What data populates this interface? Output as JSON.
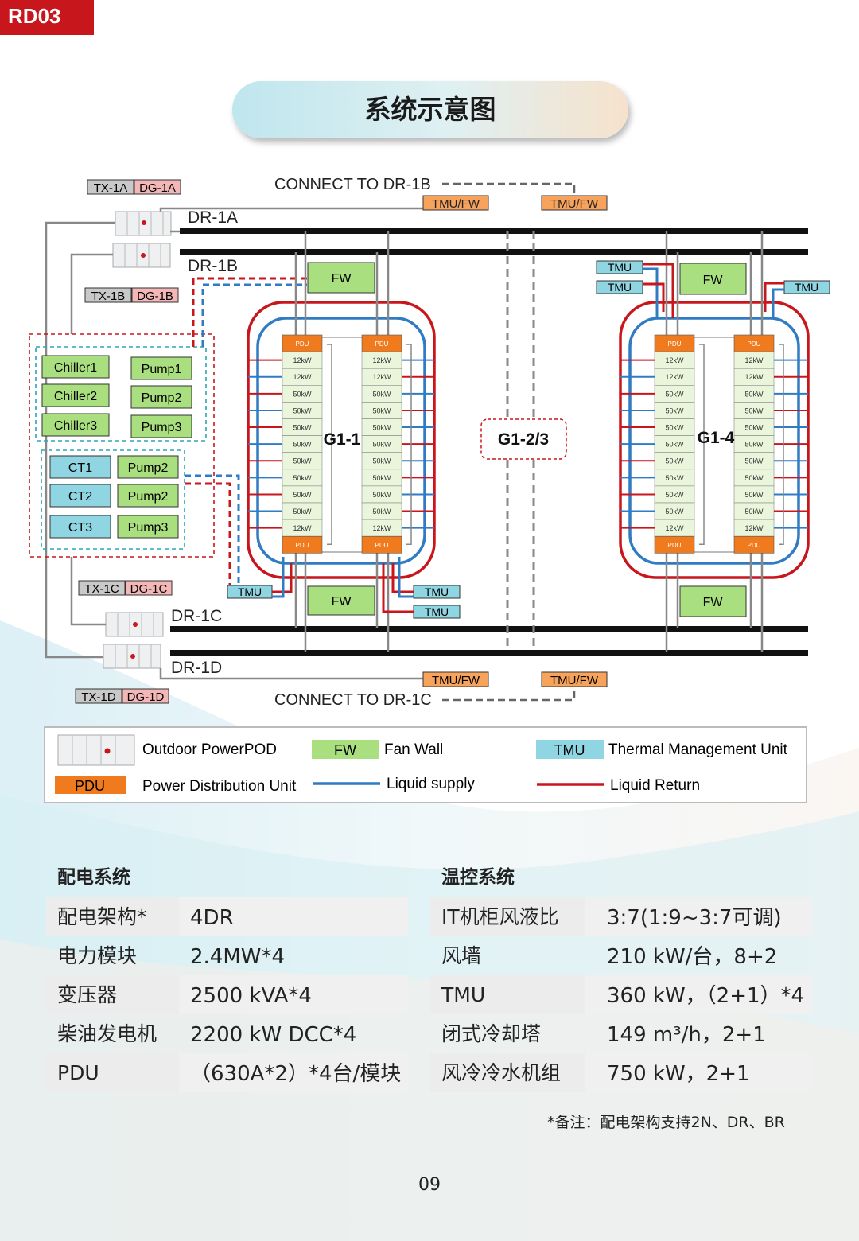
{
  "tag": "RD03",
  "title": "系统示意图",
  "diagram": {
    "connect_top": "CONNECT TO DR-1B",
    "connect_bottom": "CONNECT TO DR-1C",
    "tmu_fw": "TMU/FW",
    "rails": {
      "dr1a": "DR-1A",
      "dr1b": "DR-1B",
      "dr1c": "DR-1C",
      "dr1d": "DR-1D"
    },
    "tx": {
      "a": "TX-1A",
      "b": "TX-1B",
      "c": "TX-1C",
      "d": "TX-1D"
    },
    "dg": {
      "a": "DG-1A",
      "b": "DG-1B",
      "c": "DG-1C",
      "d": "DG-1D"
    },
    "chillers": [
      "Chiller1",
      "Chiller2",
      "Chiller3"
    ],
    "pumps_a": [
      "Pump1",
      "Pump2",
      "Pump3"
    ],
    "cts": [
      "CT1",
      "CT2",
      "CT3"
    ],
    "pumps_b": [
      "Pump2",
      "Pump2",
      "Pump3"
    ],
    "fw": "FW",
    "tmu": "TMU",
    "groups": {
      "g11": "G1-1",
      "g123": "G1-2/3",
      "g14": "G1-4"
    },
    "pdu": "PDU",
    "rack_ratings": [
      "12kW",
      "12kW",
      "50kW",
      "50kW",
      "50kW",
      "50kW",
      "50kW",
      "50kW",
      "50kW",
      "50kW",
      "12kW"
    ]
  },
  "legend": {
    "powerpod": "Outdoor PowerPOD",
    "fw_box": "FW",
    "fw": "Fan Wall",
    "tmu_box": "TMU",
    "tmu": "Thermal Management Unit",
    "pdu_box": "PDU",
    "pdu": "Power Distribution Unit",
    "supply": "Liquid supply",
    "return": "Liquid Return"
  },
  "colors": {
    "red": "#c8161d",
    "blue": "#2f7bc4",
    "green": "#a9df7f",
    "cyan": "#8fd6e2",
    "orange": "#f07a1e",
    "grey": "#bfbfbf",
    "pink": "#f4a6a6"
  },
  "power_table": {
    "heading": "配电系统",
    "rows": [
      {
        "k": "配电架构*",
        "v": "4DR"
      },
      {
        "k": "电力模块",
        "v": "2.4MW*4"
      },
      {
        "k": "变压器",
        "v": "2500 kVA*4"
      },
      {
        "k": "柴油发电机",
        "v": "2200 kW DCC*4"
      },
      {
        "k": "PDU",
        "v": "（630A*2）*4台/模块"
      }
    ]
  },
  "thermal_table": {
    "heading": "温控系统",
    "rows": [
      {
        "k": "IT机柜风液比",
        "v": "3:7(1:9~3:7可调)"
      },
      {
        "k": "风墙",
        "v": "210 kW/台，8+2"
      },
      {
        "k": "TMU",
        "v": "360 kW，（2+1）*4"
      },
      {
        "k": "闭式冷却塔",
        "v": "149 m³/h，2+1"
      },
      {
        "k": "风冷冷水机组",
        "v": "750 kW，2+1"
      }
    ]
  },
  "note": "*备注：配电架构支持2N、DR、BR",
  "page_number": "09"
}
